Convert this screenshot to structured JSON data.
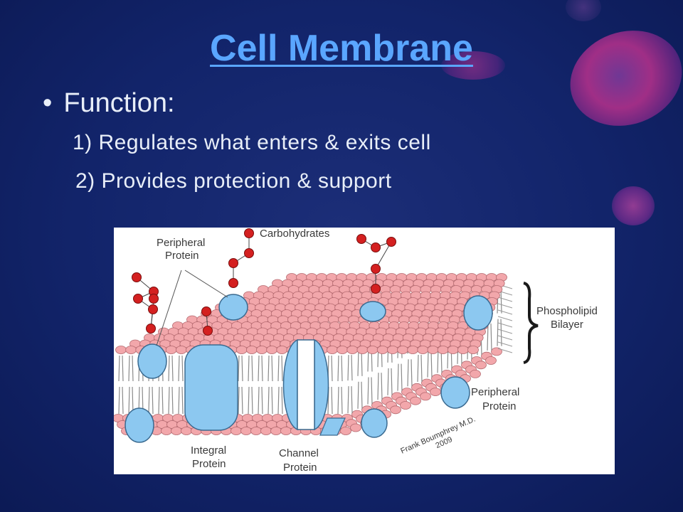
{
  "slide": {
    "title": "Cell Membrane",
    "bullet": "Function:",
    "points": [
      "1) Regulates what enters & exits cell",
      "2) Provides protection & support"
    ]
  },
  "diagram": {
    "labels": {
      "carbohydrates": "Carbohydrates",
      "peripheral_top_1": "Peripheral",
      "peripheral_top_2": "Protein",
      "phospholipid_1": "Phospholipid",
      "phospholipid_2": "Bilayer",
      "peripheral_right_1": "Peripheral",
      "peripheral_right_2": "Protein",
      "integral_1": "Integral",
      "integral_2": "Protein",
      "channel_1": "Channel",
      "channel_2": "Protein",
      "credit_1": "Frank Boumphrey M.D.",
      "credit_2": "2009"
    },
    "colors": {
      "head": "#f2a7ab",
      "protein": "#8cc8f0",
      "carbohydrate": "#d42020"
    }
  }
}
